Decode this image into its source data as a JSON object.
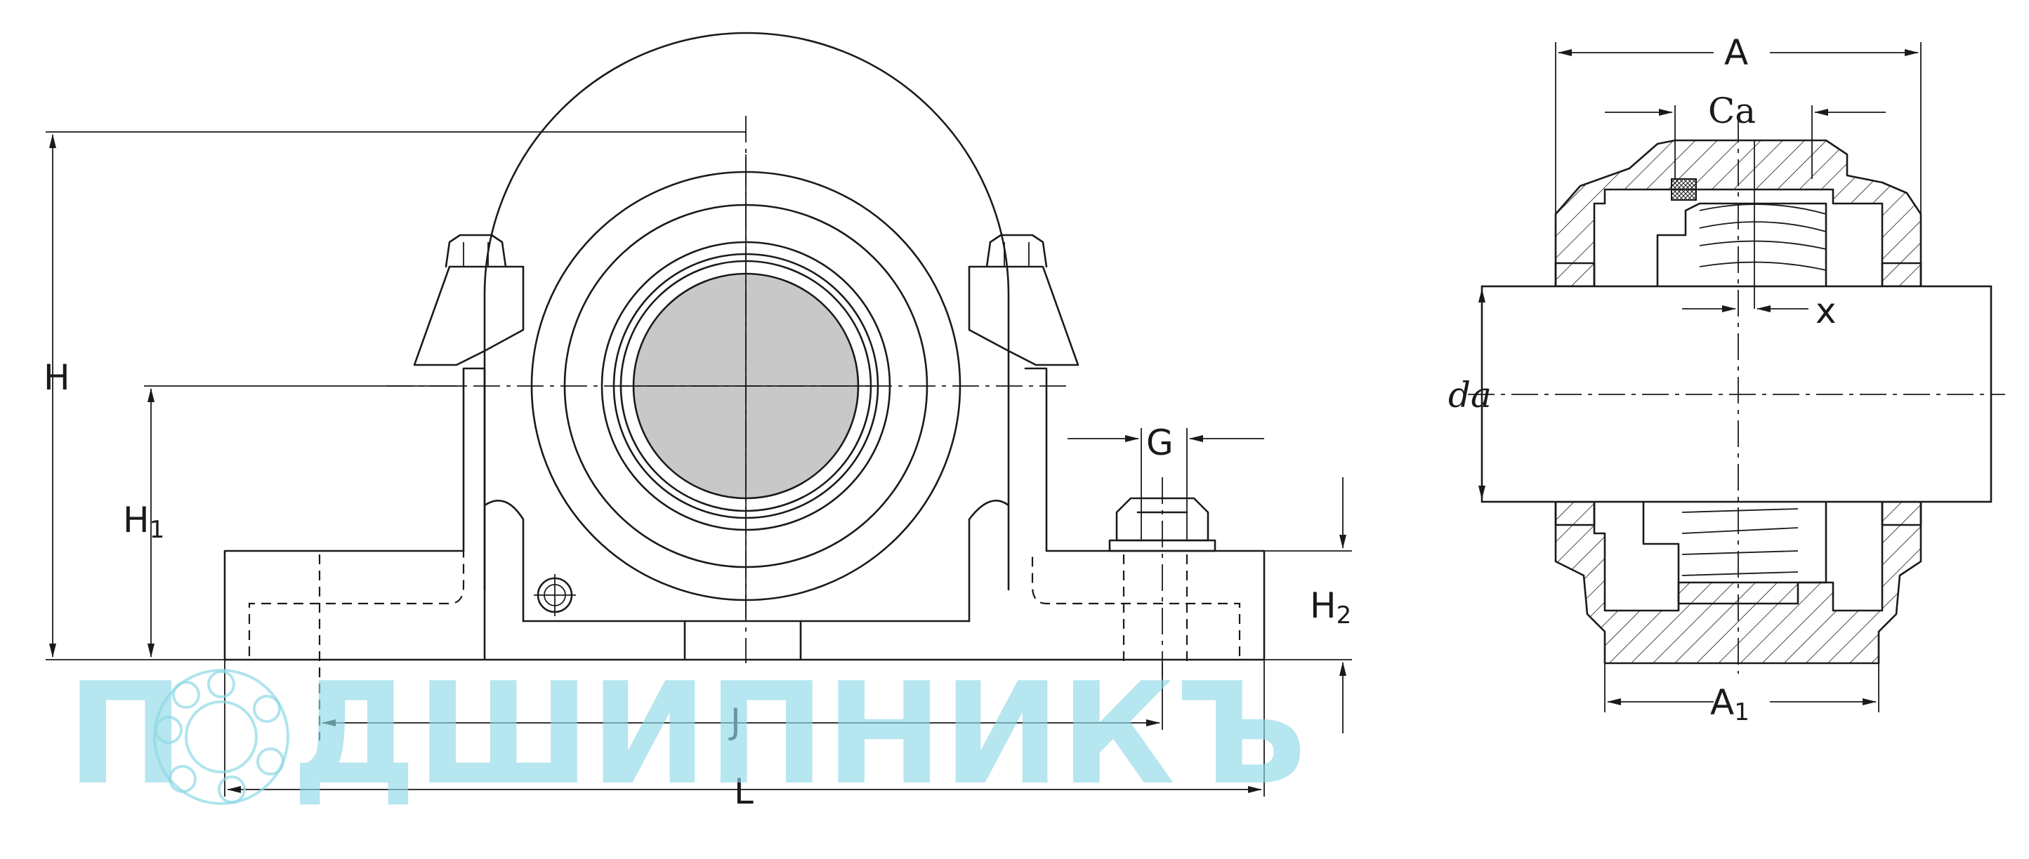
{
  "diagram": {
    "labels": {
      "H": "H",
      "H1": "H",
      "H1_sub": "1",
      "H2": "H",
      "H2_sub": "2",
      "G": "G",
      "J": "J",
      "L": "L",
      "A": "A",
      "A1": "A",
      "A1_sub": "1",
      "Ca": "Ca",
      "x": "x",
      "da": "da"
    },
    "watermark": {
      "text_1": "П",
      "text_2": "ДШИПНИКЪ",
      "color": "#8fd8e6"
    },
    "colors": {
      "line": "#1a1a1a",
      "shaft_fill": "#c8c8c8",
      "background": "#ffffff"
    }
  }
}
